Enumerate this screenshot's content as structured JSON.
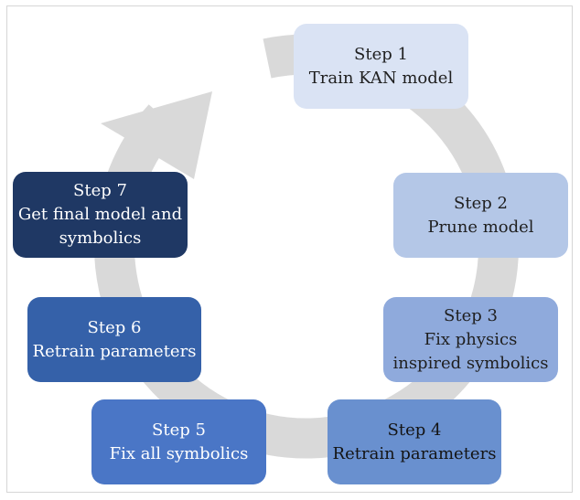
{
  "steps": [
    {
      "step": "Step 1",
      "lines": [
        "Train KAN model"
      ]
    },
    {
      "step": "Step 2",
      "lines": [
        "Prune model"
      ]
    },
    {
      "step": "Step 3",
      "lines": [
        "Fix physics",
        "inspired symbolics"
      ]
    },
    {
      "step": "Step 4",
      "lines": [
        "Retrain parameters"
      ]
    },
    {
      "step": "Step 5",
      "lines": [
        "Fix all symbolics"
      ]
    },
    {
      "step": "Step 6",
      "lines": [
        "Retrain parameters"
      ]
    },
    {
      "step": "Step 7",
      "lines": [
        "Get final model and",
        "symbolics"
      ]
    }
  ],
  "colors": {
    "arrow": "#d9d9d9",
    "step1": "#dae3f4",
    "step2": "#b4c7e7",
    "step3": "#8faadc",
    "step4": "#6990cf",
    "step5": "#4a76c6",
    "step6": "#3561a9",
    "step7": "#1f3864"
  }
}
